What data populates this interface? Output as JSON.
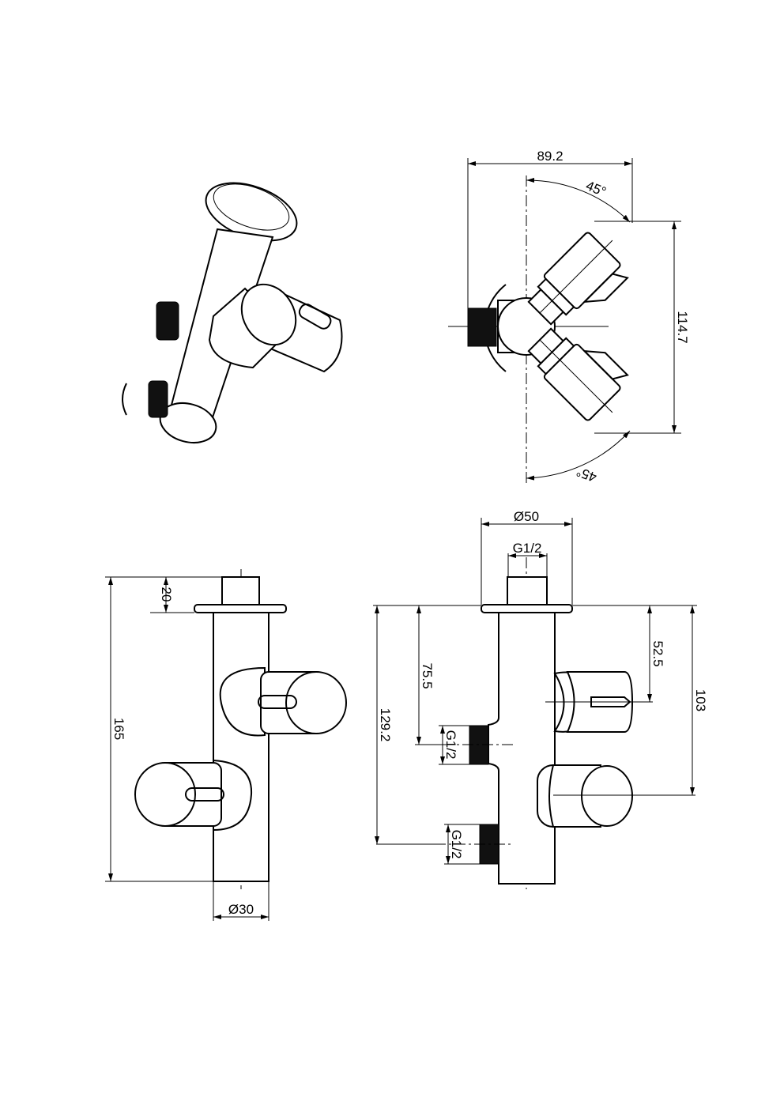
{
  "drawing": {
    "top_view": {
      "width": "89.2",
      "height": "114.7",
      "angle_upper": "45°",
      "angle_lower": "45°"
    },
    "side_view": {
      "total_height": "165",
      "flange_height": "20",
      "diameter": "Ø30"
    },
    "front_view": {
      "flange_diameter": "Ø50",
      "top_thread": "G1/2",
      "side_thread": "G1/2",
      "bottom_thread": "G1/2",
      "height_129": "129.2",
      "height_75": "75.5",
      "height_52": "52.5",
      "height_103": "103"
    },
    "colors": {
      "line": "#000000",
      "background": "#ffffff"
    }
  }
}
